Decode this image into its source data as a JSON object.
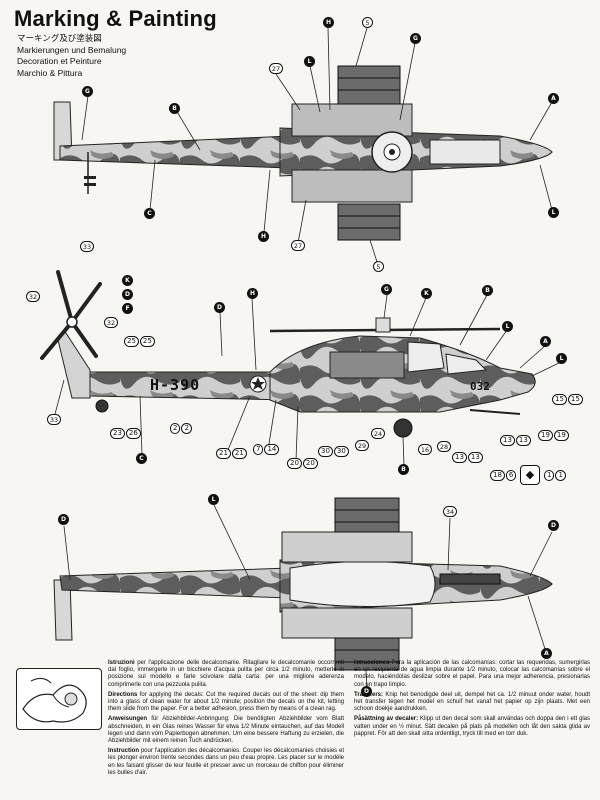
{
  "header": {
    "title": "Marking & Painting",
    "subtitles": [
      "マーキング及び塗装図",
      "Markierungen und Bemalung",
      "Decoration et Peinture",
      "Marchio & Pittura"
    ]
  },
  "top_view_labels": {
    "H_top": "H",
    "n5_top": "5",
    "G_top": "G",
    "n27_top": "27",
    "L_top": "L",
    "G_left": "G",
    "B_left": "B",
    "A_right": "A",
    "C_bottom": "C",
    "H_bottom": "H",
    "n27_bottom": "27",
    "n5_bottom": "5",
    "L_right": "L"
  },
  "side_view_labels": {
    "n33_top": "33",
    "K_1": "K",
    "D_1": "D",
    "F_1": "F",
    "n32_left": "32",
    "n32_right": "32",
    "D_2": "D",
    "H_side": "H",
    "G_side": "G",
    "K_2": "K",
    "B_side": "B",
    "L_side1": "L",
    "A_side": "A",
    "L_side2": "L",
    "n25": "25",
    "n25b": "25",
    "n33_bottom": "33",
    "n15": "15",
    "n15b": "15",
    "n2": "2",
    "n2b": "2",
    "n23": "23",
    "n26": "26",
    "C_side": "C",
    "n21": "21",
    "n21b": "21",
    "n7": "7",
    "n14": "14",
    "n20": "20",
    "n20b": "20",
    "n30": "30",
    "n30b": "30",
    "n29": "29",
    "n24": "24",
    "n16": "16",
    "n28": "28",
    "n13": "13",
    "n13b": "13",
    "n13c": "13",
    "n13d": "13",
    "n19": "19",
    "n19b": "19",
    "B_bottom": "B",
    "n18": "18",
    "n6": "6",
    "n1": "1",
    "n1b": "1",
    "fuselage_code": "H-390",
    "nose_code": "032"
  },
  "bottom_view_labels": {
    "D_left": "D",
    "L_mid": "L",
    "n34": "34",
    "D_right": "D",
    "D_bottom": "D",
    "A_bottom": "A"
  },
  "instructions_left": [
    {
      "head": "Istruzioni",
      "text": "per l'applicazione delle decalcomanie. Ritagliare le decalcomanie occorrenti dal foglio, immergerle in un bicchiere d'acqua pulita per circa 1/2 minuto, metterle in posizione sul modello e farle scivolare dalla carta: per una migliore aderenza comprimerle con una pezzuola pulita."
    },
    {
      "head": "Directions",
      "text": "for applying the decals: Cut the required decals out of the sheet: dip them into a glass of clean water for about 1/2 minute; position the decals on the kit, letting them slide from the paper. For a better adhesion, press them by means of a clean rag."
    },
    {
      "head": "Anweisungen",
      "text": "für Abziehbilder-Anbringung: Die benötigten Abziehbilder vom Blatt abschneiden, in ein Glas reines Wasser für etwa 1/2 Minute eintauchen, auf das Modell legen und dann vom Papierbogen abnehmen. Um eine bessere Haftung zu erzielen, die Abziehbilder mit einem reinen Tuch andrücken."
    },
    {
      "head": "Instruction",
      "text": "pour l'application des décalcomanies. Couper les décalcomanies choisies et les plonger environ trente secondes dans un peu d'eau propre. Les placer sur le modèle en les faisant glisser de leur feuille et presser avec un morceau de chiffon pour éliminer les bulles d'air."
    }
  ],
  "instructions_right": [
    {
      "head": "Istrucciones",
      "text": "Para la aplicación de las calcomanías: cortar las requeridas, sumergirlas en un recipiente de agua limpia durante 1/2 minuto, colocar las calcomanías sobre el modelo, haciéndolas deslizar sobre el papel. Para una mejor adherencia, presionarlas con un trapo limpio."
    },
    {
      "head": "Transfers:",
      "text": "Knip het benodigde deel uit, dempel het ca. 1/2 minuut onder water, houdt het transfer tegen het model en schuif het vanaf het papier op zijn plaats. Met een schoon doekje aandrukken."
    },
    {
      "head": "Påsättning av decaler:",
      "text": "Klipp ut den decal som skall användas och doppa den i ett glas vatten under en ½ minut. Sätt decalen på plats på modellen och låt den sakta glida av pappret. För att den skall sitta ordentligt, tryck till med en torr duk."
    }
  ]
}
